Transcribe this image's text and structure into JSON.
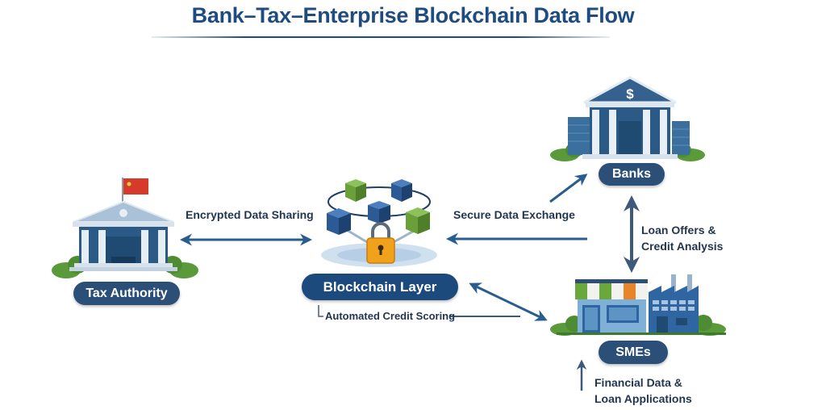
{
  "title": "Bank–Tax–Enterprise Blockchain Data Flow",
  "nodes": {
    "tax_authority": {
      "label": "Tax Authority",
      "icon": "government-building-flag-icon"
    },
    "blockchain": {
      "label": "Blockchain Layer",
      "icon": "blockchain-network-lock-icon",
      "sublabel": "Automated Credit Scoring"
    },
    "banks": {
      "label": "Banks",
      "icon": "bank-building-dollar-icon"
    },
    "smes": {
      "label": "SMEs",
      "icon": "shop-factory-icon"
    }
  },
  "flows": {
    "tax_blockchain": "Encrypted Data Sharing",
    "banks_blockchain": "Secure Data Exchange",
    "banks_smes": [
      "Loan Offers &",
      "Credit Analysis"
    ],
    "smes_input": [
      "Financial Data &",
      "Loan Applications"
    ]
  },
  "colors": {
    "title": "#1f4c80",
    "pill": "#2c4f78",
    "arrow": "#2a5d8f",
    "green_block": "#6a9f3a",
    "blue_block": "#2b5a94",
    "lock": "#f0a21c",
    "flag": "#d63a2a"
  }
}
